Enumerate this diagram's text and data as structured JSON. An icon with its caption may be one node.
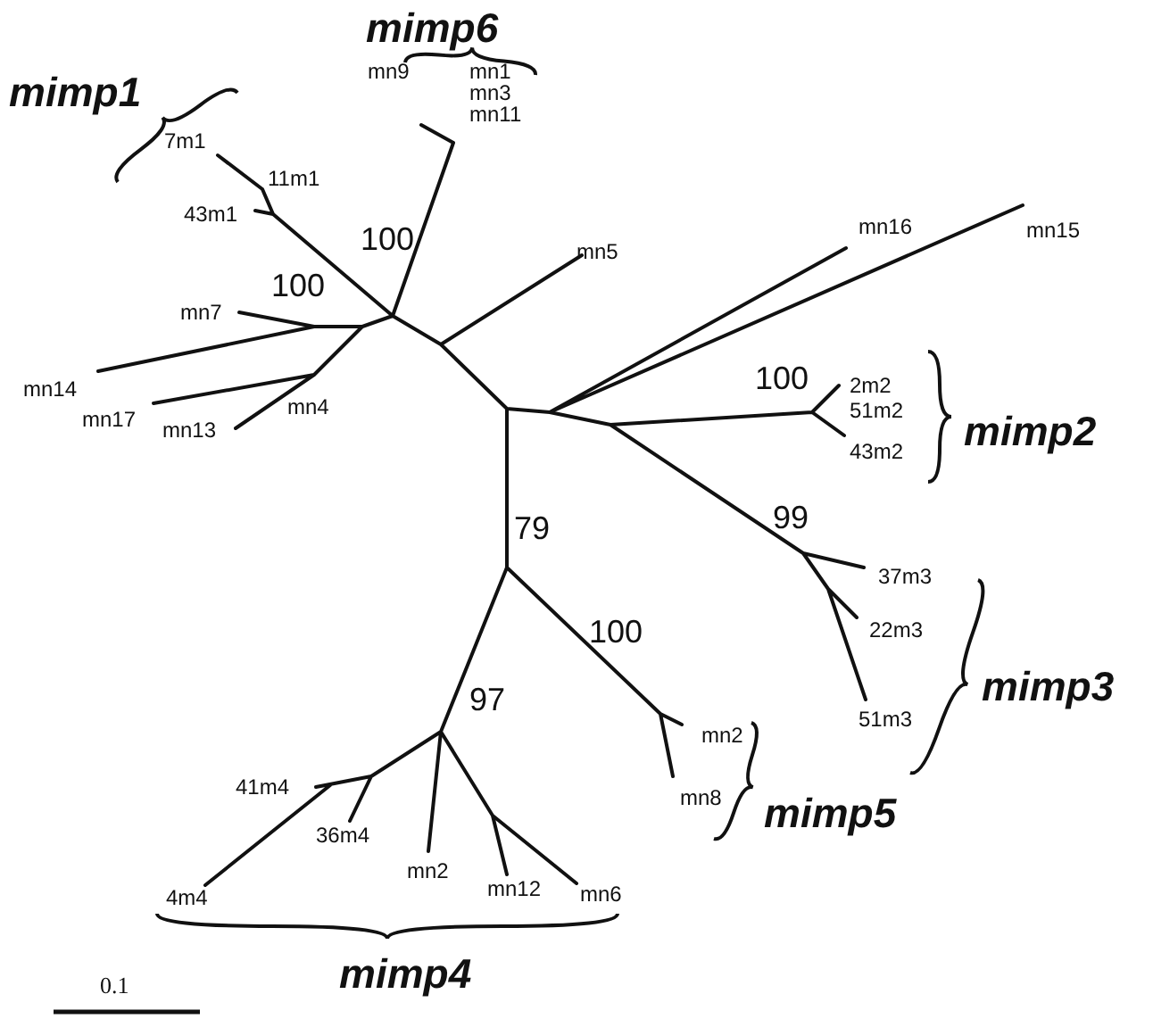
{
  "diagram": {
    "labels": [
      "mimp6",
      "mimp1",
      "mn9",
      "mn1",
      "mn3",
      "mn11",
      "7m1",
      "11m1",
      "43m1",
      "100",
      "mn5",
      "mn16",
      "mn15",
      "100",
      "mn7",
      "mn14",
      "mn17",
      "mn13",
      "mn4",
      "100",
      "2m2",
      "51m2",
      "mimp2",
      "43m2",
      "79",
      "99",
      "37m3",
      "22m3",
      "100",
      "mimp3",
      "51m3",
      "97",
      "mn2",
      "mn8",
      "mimp5",
      "41m4",
      "36m4",
      "mn2",
      "4m4",
      "mn12",
      "mn6",
      "mimp4",
      "0.1"
    ]
  }
}
